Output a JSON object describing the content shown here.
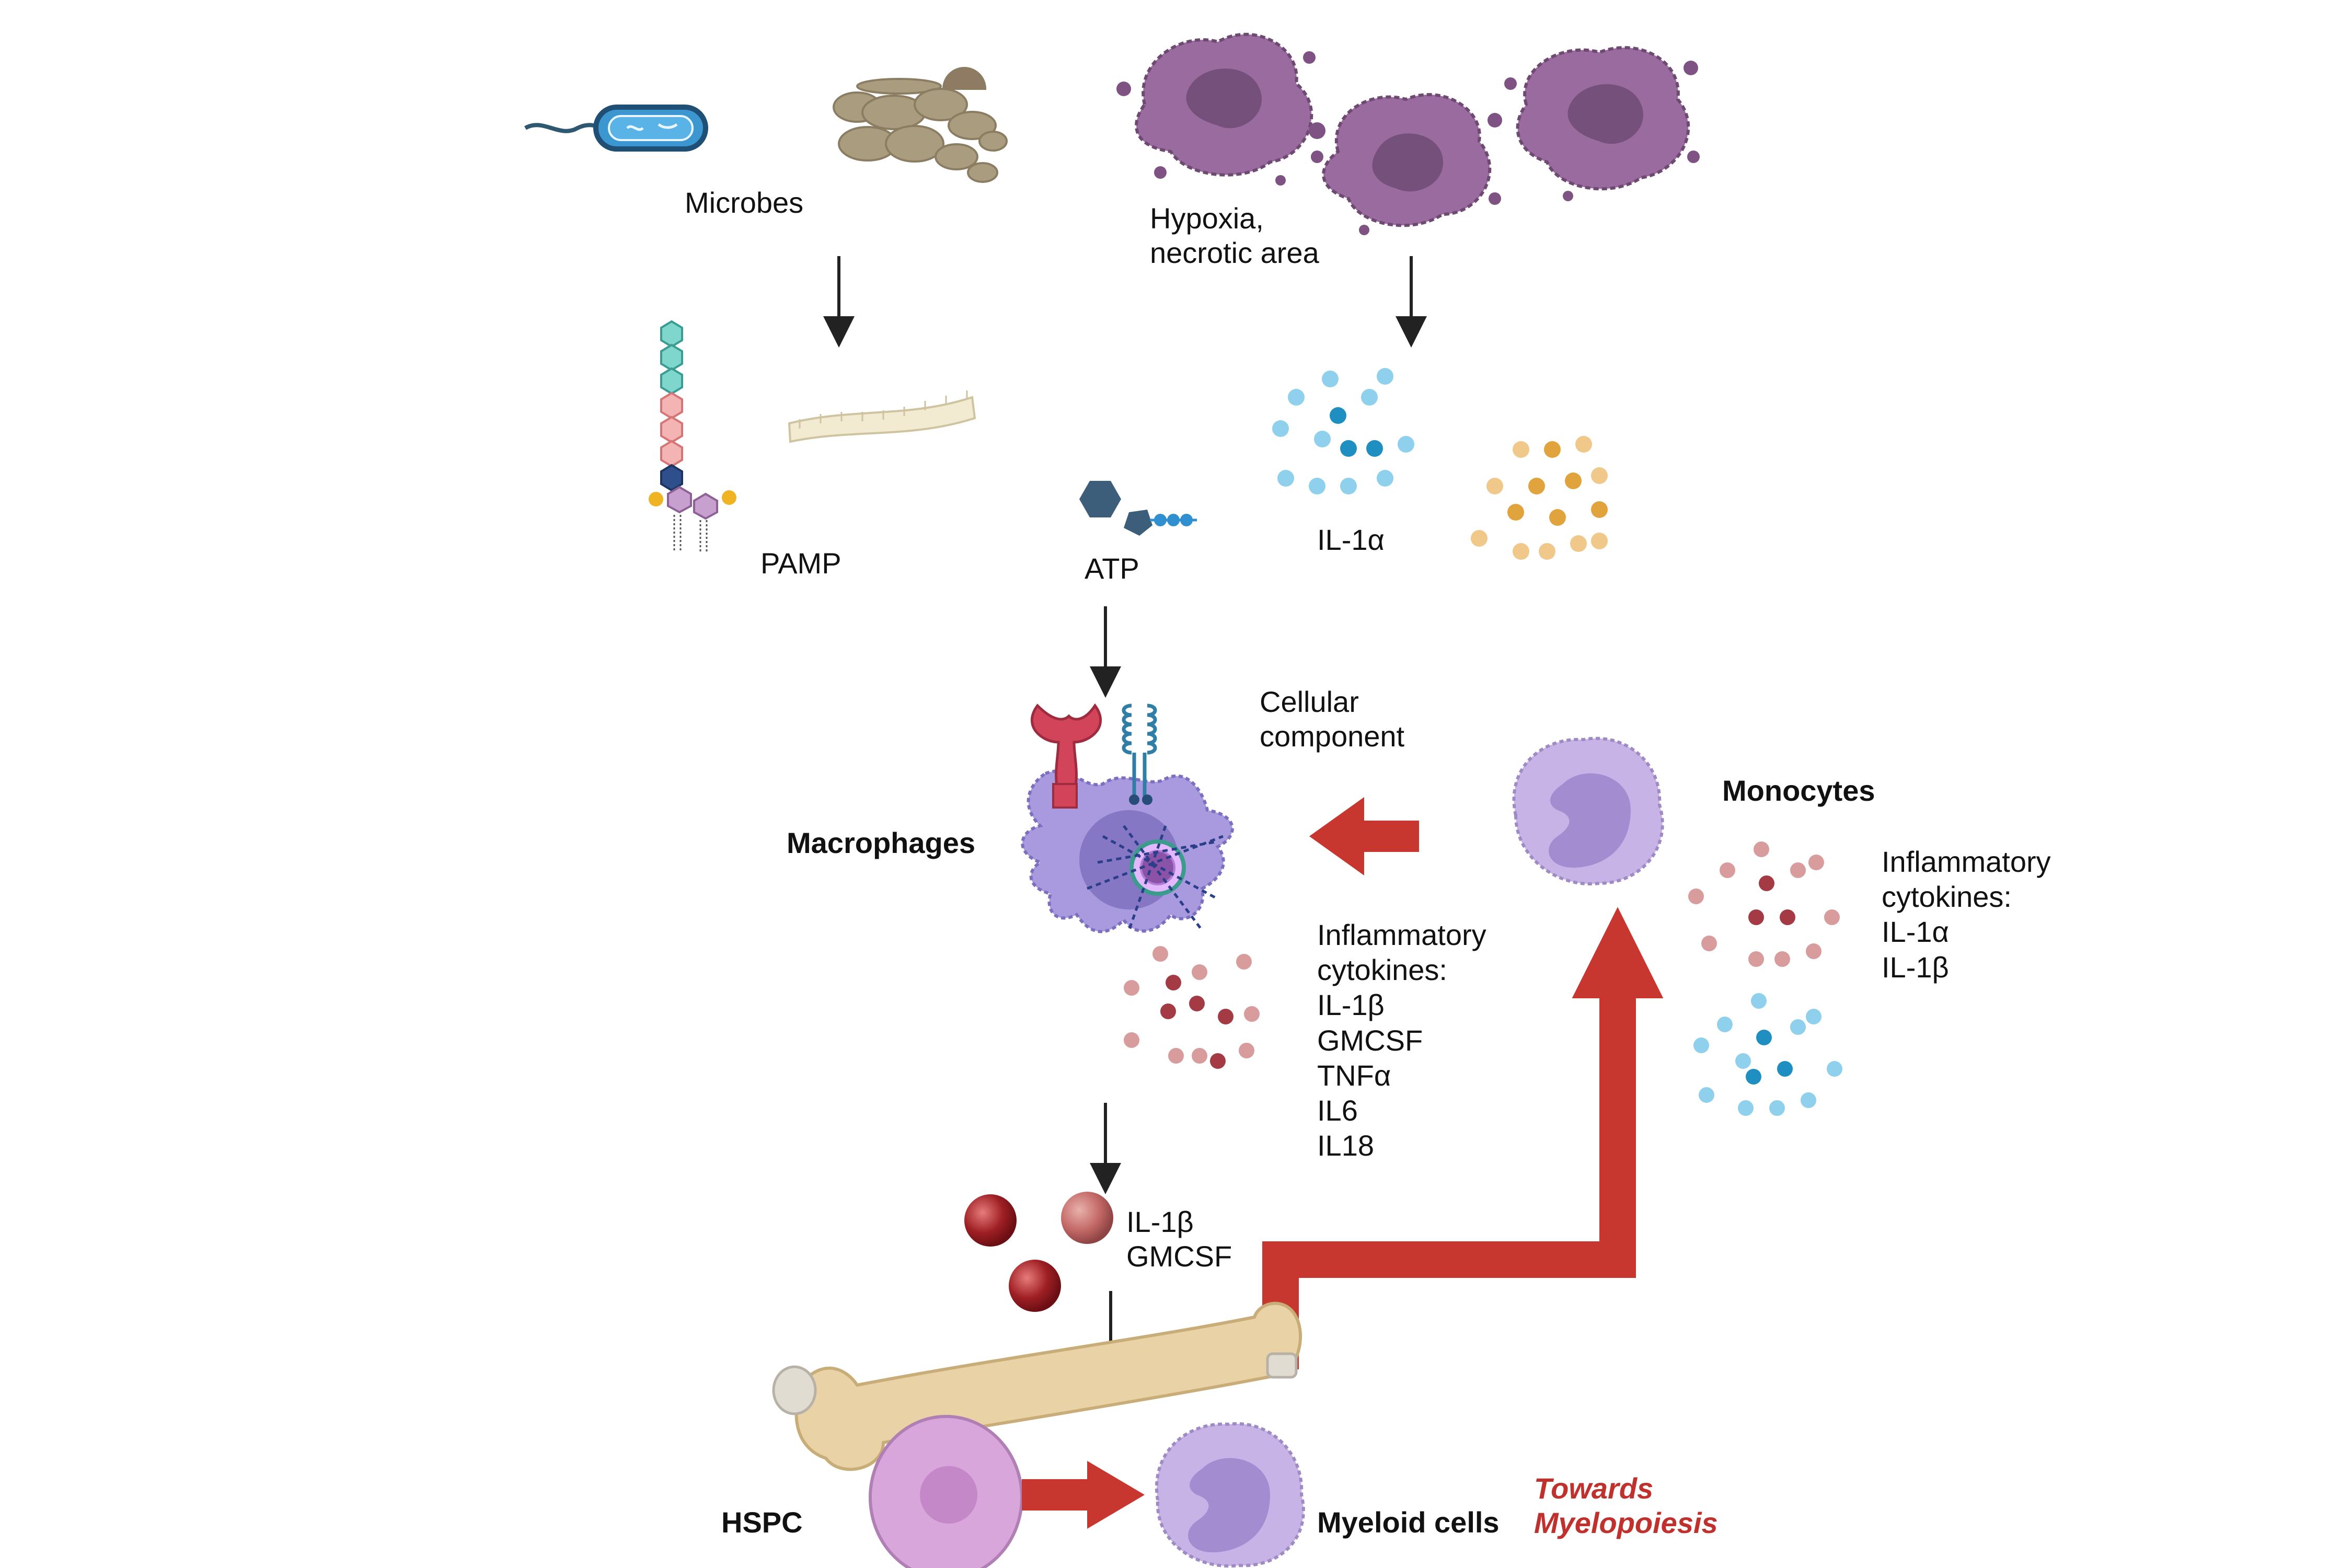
{
  "labels": {
    "microbes": "Microbes",
    "hypoxia_line1": "Hypoxia,",
    "hypoxia_line2": "necrotic area",
    "pamp": "PAMP",
    "atp": "ATP",
    "il1a": "IL-1α",
    "cellular_line1": "Cellular",
    "cellular_line2": "component",
    "macrophages": "Macrophages",
    "monocytes": "Monocytes",
    "hspc": "HSPC",
    "myeloid_cells": "Myeloid cells",
    "towards_line1": "Towards",
    "towards_line2": "Myelopoiesis",
    "il1b_small": "IL-1β",
    "gmcsf_small": "GMCSF"
  },
  "macrophage_cytokines": {
    "title1": "Inflammatory",
    "title2": "cytokines:",
    "items": [
      "IL-1β",
      "GMCSF",
      "TNFα",
      "IL6",
      "IL18"
    ]
  },
  "monocyte_cytokines": {
    "title1": "Inflammatory",
    "title2": "cytokines:",
    "items": [
      "IL-1α",
      "IL-1β"
    ]
  },
  "colors": {
    "accent_red": "#c8372f",
    "necrotic_purple": "#9a6b9e",
    "macrophage_lilac": "#a99ae0",
    "monocyte_lilac": "#c8b3e6",
    "hspc_pink": "#d9a6dc",
    "bone": "#e8d2a6",
    "cyto_red": "#a33a44",
    "cyto_blue": "#2aa3d4",
    "cyto_orange": "#e1a33b"
  }
}
